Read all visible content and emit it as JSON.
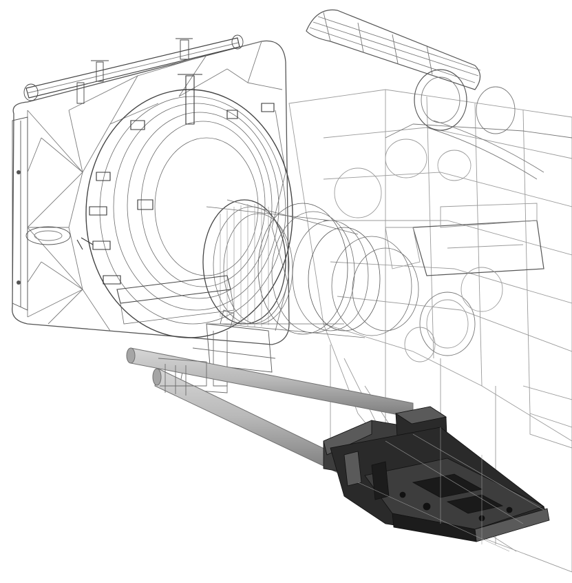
{
  "diagram": {
    "subject": "camera-rig-cad-render",
    "style": "wireframe with shaded accessory",
    "parts": [
      {
        "id": "matte-box",
        "render": "wireframe"
      },
      {
        "id": "lens",
        "render": "wireframe"
      },
      {
        "id": "camera-body",
        "render": "wireframe"
      },
      {
        "id": "top-handle",
        "render": "wireframe"
      },
      {
        "id": "rod-support-bracket",
        "render": "wireframe"
      },
      {
        "id": "support-rods",
        "render": "shaded"
      },
      {
        "id": "baseplate",
        "render": "shaded"
      }
    ]
  },
  "colors": {
    "background": "#ffffff",
    "wire": "#555555",
    "wire_light": "#9a9a9a",
    "rod_fill": "#b9b9b9",
    "rod_edge": "#6f6f6f",
    "plate_dark": "#2a2a2a",
    "plate_mid": "#3d3d3d",
    "plate_light": "#5a5a5a"
  }
}
